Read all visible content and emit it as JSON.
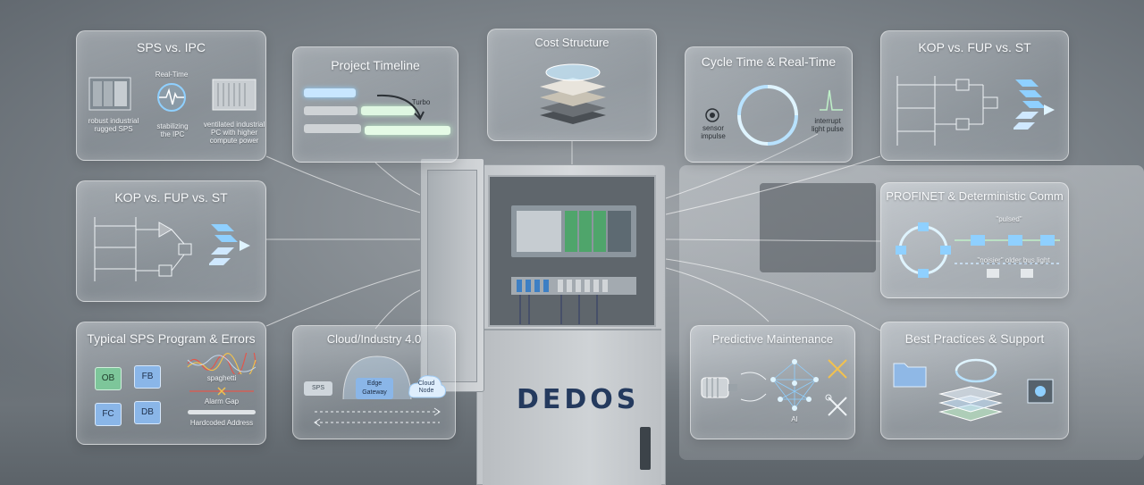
{
  "brand": "DEDOS",
  "panels": {
    "sps_ipc": {
      "title": "SPS vs. IPC",
      "realtime": "Real-Time",
      "left_caption": "robust industrial\nrugged SPS",
      "mid_caption": "stabilizing\nthe IPC",
      "right_caption": "ventilated industrial\nPC with higher\ncompute power"
    },
    "timeline": {
      "title": "Project Timeline",
      "turbo": "Turbo"
    },
    "cost": {
      "title": "Cost Structure"
    },
    "cycle": {
      "title": "Cycle Time & Real-Time",
      "left_caption": "sensor\nimpulse",
      "right_caption": "interrupt\nlight pulse"
    },
    "kop_top": {
      "title": "KOP vs. FUP vs. ST"
    },
    "kop_left": {
      "title": "KOP vs. FUP vs. ST"
    },
    "profinet": {
      "title": "PROFINET & Deterministic Comm",
      "pulsed": "\"pulsed\"",
      "noisier": "\"noisier\" older bus light"
    },
    "typical": {
      "title": "Typical SPS Program & Errors",
      "blocks": [
        "OB",
        "FB",
        "FC",
        "DB"
      ],
      "spaghetti": "spaghetti",
      "alarm": "Alarm Gap",
      "hardcoded": "Hardcoded Address"
    },
    "cloud": {
      "title": "Cloud/Industry 4.0",
      "sps": "SPS",
      "edge": "Edge\nGateway",
      "cloud_node": "Cloud\nNode"
    },
    "predictive": {
      "title": "Predictive Maintenance",
      "ai": "AI"
    },
    "best": {
      "title": "Best Practices & Support"
    }
  },
  "colors": {
    "accent": "#8fd0ff",
    "glow": "#bff0c8",
    "brand": "#243a5e"
  }
}
